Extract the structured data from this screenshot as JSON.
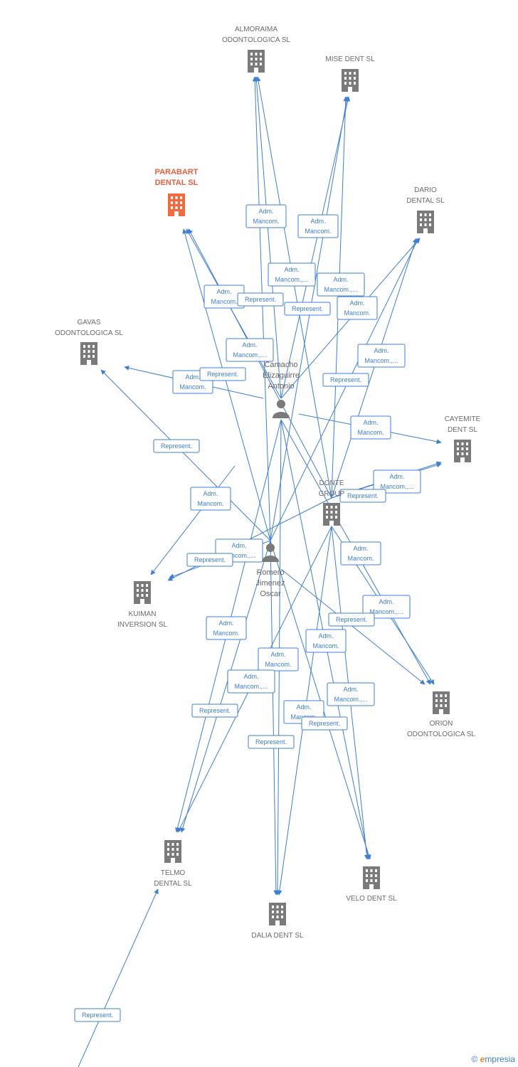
{
  "colors": {
    "edge": "#3d7fd6",
    "company": "#7a7a7a",
    "focus": "#f26a3d",
    "person": "#7a7a7a"
  },
  "nodes": [
    {
      "id": "almoraima",
      "type": "company",
      "label": [
        "ALMORAIMA",
        "ODONTOLOGICA SL"
      ],
      "icon": "building-icon"
    },
    {
      "id": "mise",
      "type": "company",
      "label": [
        "MISE DENT SL"
      ],
      "icon": "building-icon"
    },
    {
      "id": "parabart",
      "type": "company-focus",
      "label": [
        "PARABART",
        "DENTAL  SL"
      ],
      "icon": "building-icon"
    },
    {
      "id": "dario",
      "type": "company",
      "label": [
        "DARIO",
        "DENTAL SL"
      ],
      "icon": "building-icon"
    },
    {
      "id": "gavas",
      "type": "company",
      "label": [
        "GAVAS",
        "ODONTOLOGICA SL"
      ],
      "icon": "building-icon"
    },
    {
      "id": "camacho",
      "type": "person",
      "label": [
        "Camacho",
        "Elizaguirre",
        "Antonio"
      ],
      "icon": "person-icon"
    },
    {
      "id": "cayemite",
      "type": "company",
      "label": [
        "CAYEMITE",
        "DENT SL"
      ],
      "icon": "building-icon"
    },
    {
      "id": "donte",
      "type": "company",
      "label": [
        "DONTE",
        "GROUP"
      ],
      "icon": "building-icon"
    },
    {
      "id": "romero",
      "type": "person",
      "label": [
        "Romero",
        "Jimenez",
        "Oscar"
      ],
      "icon": "person-icon"
    },
    {
      "id": "kuiman",
      "type": "company",
      "label": [
        "KUIMAN",
        "INVERSION SL"
      ],
      "icon": "building-icon"
    },
    {
      "id": "orion",
      "type": "company",
      "label": [
        "ORION",
        "ODONTOLOGICA SL"
      ],
      "icon": "building-icon"
    },
    {
      "id": "telmo",
      "type": "company",
      "label": [
        "TELMO",
        "DENTAL SL"
      ],
      "icon": "building-icon"
    },
    {
      "id": "velo",
      "type": "company",
      "label": [
        "VELO DENT SL"
      ],
      "icon": "building-icon"
    },
    {
      "id": "dalia",
      "type": "company",
      "label": [
        "DALIA DENT SL"
      ],
      "icon": "building-icon"
    }
  ],
  "edge_labels": [
    [
      "Adm.",
      "Mancom."
    ],
    [
      "Adm.",
      "Mancom."
    ],
    [
      "Adm.",
      "Mancom.,..."
    ],
    [
      "Adm.",
      "Mancom.,..."
    ],
    [
      "Adm.",
      "Mancom."
    ],
    [
      "Represent."
    ],
    [
      "Represent."
    ],
    [
      "Adm.",
      "Mancom."
    ],
    [
      "Adm.",
      "Mancom.,..."
    ],
    [
      "Adm.",
      "Mancom."
    ],
    [
      "Represent."
    ],
    [
      "Adm.",
      "Mancom.,..."
    ],
    [
      "Represent."
    ],
    [
      "Represent."
    ],
    [
      "Adm.",
      "Mancom."
    ],
    [
      "Adm.",
      "Mancom.,..."
    ],
    [
      "Represent."
    ],
    [
      "Adm.",
      "Mancom."
    ],
    [
      "Adm.",
      "Mancom.,..."
    ],
    [
      "Represent."
    ],
    [
      "Adm.",
      "Mancom."
    ],
    [
      "Adm.",
      "Mancom.,..."
    ],
    [
      "Represent."
    ],
    [
      "Adm.",
      "Mancom."
    ],
    [
      "Adm.",
      "Mancom."
    ],
    [
      "Adm.",
      "Mancom."
    ],
    [
      "Adm.",
      "Mancom.,..."
    ],
    [
      "Represent."
    ],
    [
      "Adm.",
      "Mancom.,..."
    ],
    [
      "Adm.",
      "Mancom."
    ],
    [
      "Represent."
    ],
    [
      "Represent."
    ],
    [
      "Represent."
    ]
  ],
  "footer": {
    "copyright": "©",
    "brand_first": "e",
    "brand_rest": "mpresia"
  }
}
